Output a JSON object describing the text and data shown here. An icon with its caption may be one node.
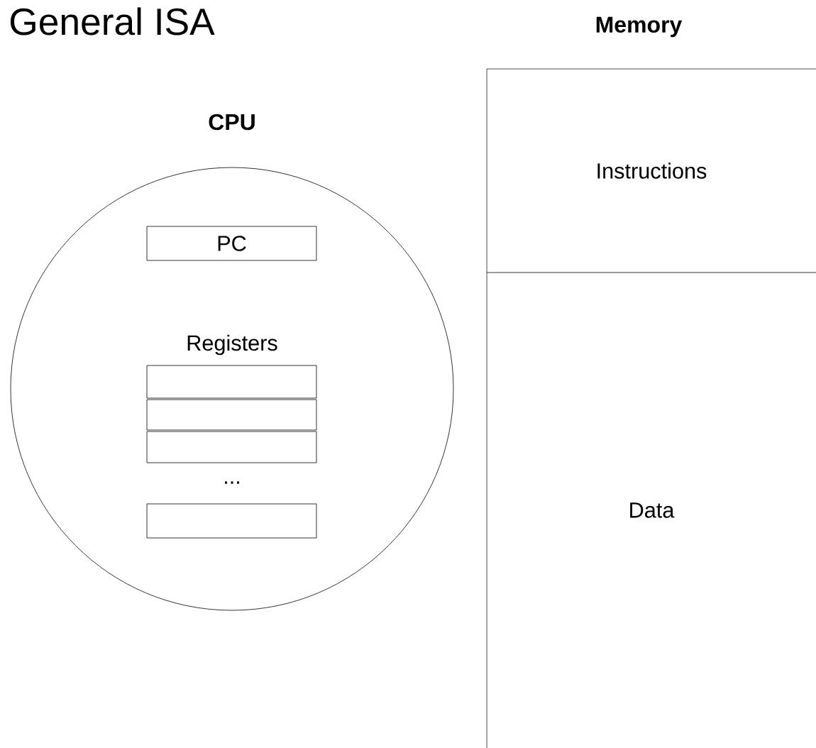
{
  "diagram": {
    "title": "General ISA",
    "nodes": [
      {
        "text": [
          "CPU"
        ]
      },
      {
        "text": [
          "PC"
        ],
        "in": 0
      },
      {
        "text": [],
        "shape": "box",
        "in": 0
      },
      {
        "text": [],
        "shape": "box",
        "in": 0
      },
      {
        "text": [],
        "shape": "box",
        "in": 0
      },
      {
        "text": [],
        "shape": "box",
        "in": 0
      },
      {
        "text": [
          "Memory"
        ]
      },
      {
        "text": [
          "Instructions"
        ],
        "in": 6
      },
      {
        "text": [
          "Data"
        ],
        "in": 6
      }
    ],
    "labels": [
      "Registers",
      "..."
    ]
  }
}
